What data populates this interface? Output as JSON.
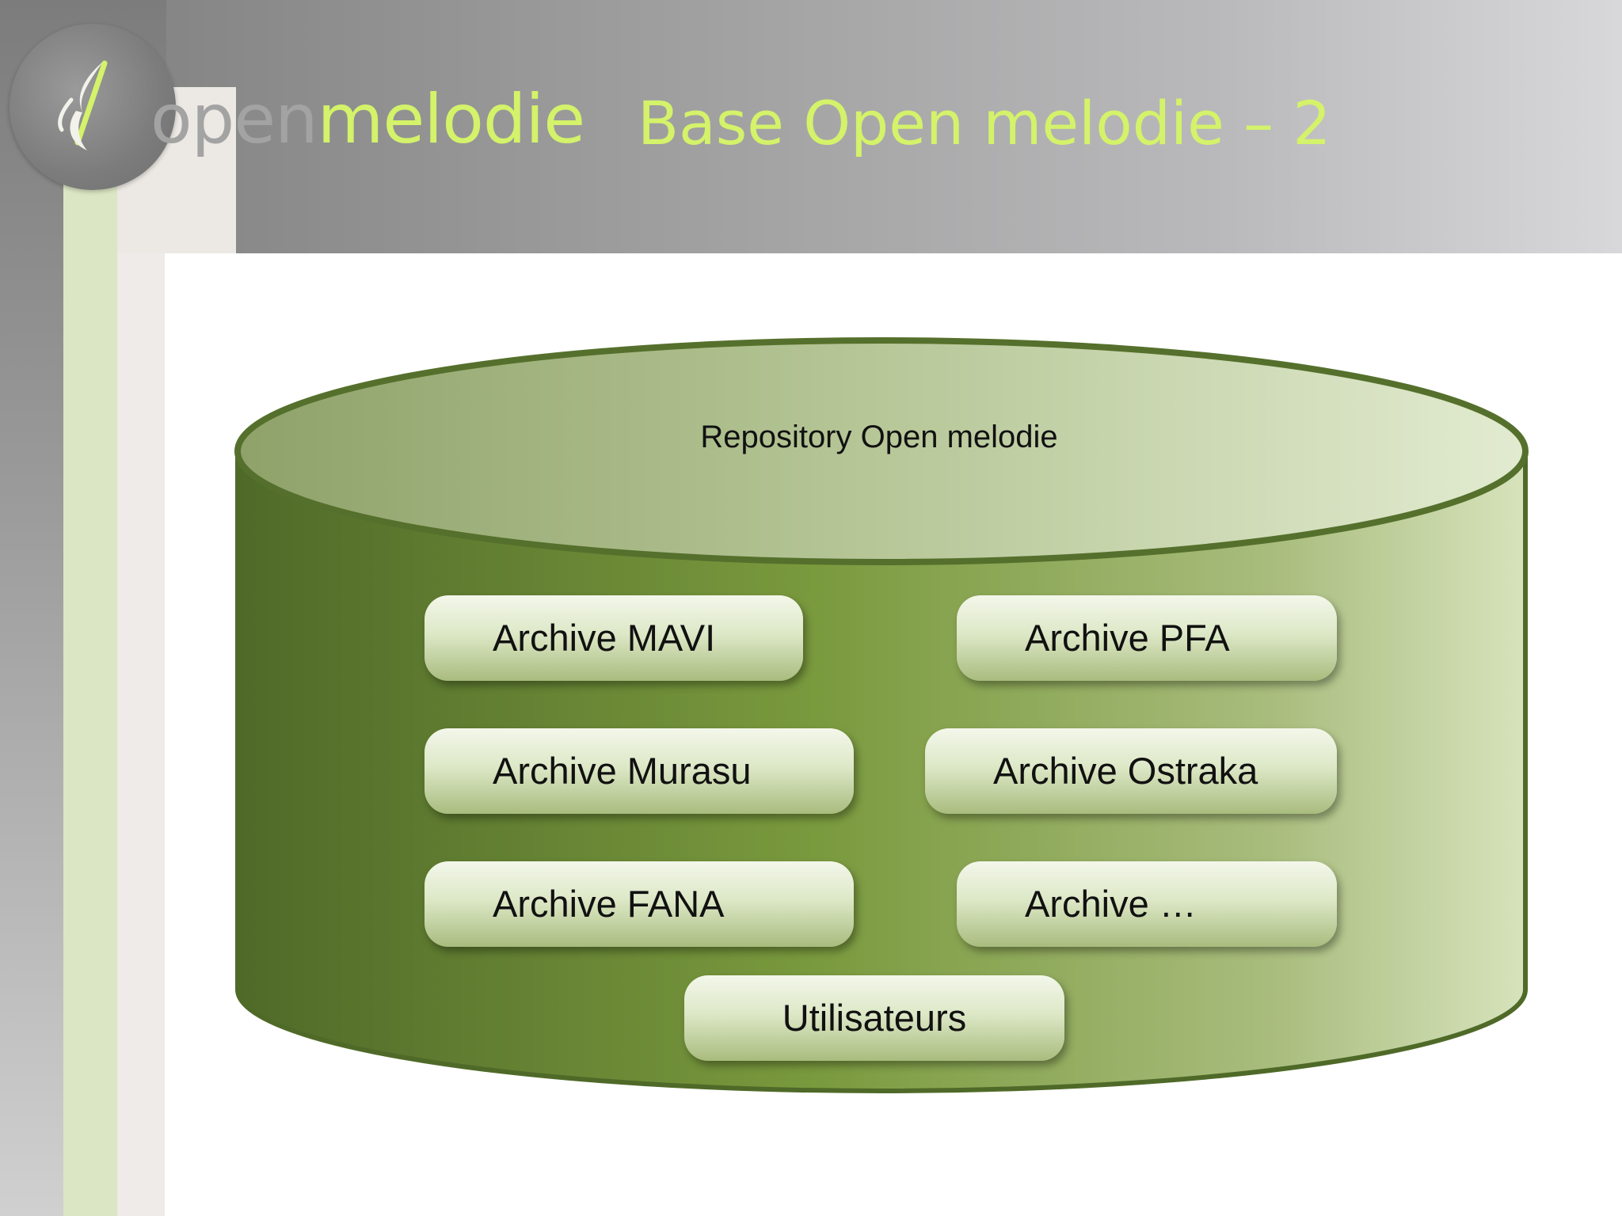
{
  "slide": {
    "logo": {
      "open": "open",
      "melodie": "melodie"
    },
    "title": "Base Open melodie – 2"
  },
  "diagram": {
    "repository_label": "Repository Open melodie",
    "boxes": [
      "Archive MAVI",
      "Archive PFA",
      "Archive Murasu",
      "Archive Ostraka",
      "Archive FANA",
      "Archive …",
      "Utilisateurs"
    ]
  },
  "colors": {
    "accent": "#d4f26a",
    "cylinder_dark": "#4f6a28",
    "cylinder_mid": "#7a9a3e",
    "cylinder_light": "#dbe6c4"
  }
}
